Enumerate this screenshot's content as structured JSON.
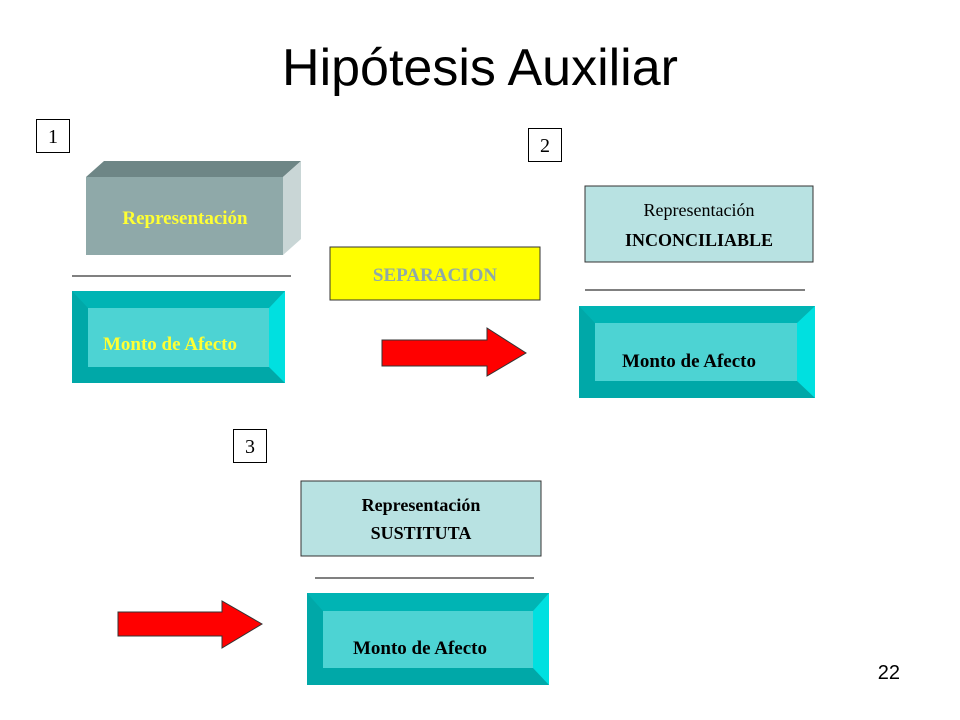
{
  "title": "Hipótesis Auxiliar",
  "page_number": "22",
  "steps": {
    "one": {
      "number": "1",
      "representation_label": "Representación",
      "affect_label": "Monto de Afecto"
    },
    "separation_label": "SEPARACION",
    "two": {
      "number": "2",
      "representation_line1": "Representación",
      "representation_line2": "INCONCILIABLE",
      "affect_label": "Monto de Afecto"
    },
    "three": {
      "number": "3",
      "representation_line1": "Representación",
      "representation_line2": "SUSTITUTA",
      "affect_label": "Monto de Afecto"
    }
  },
  "colors": {
    "gray_face": "#8fa9a9",
    "gray_top": "#6e8686",
    "gray_side": "#c9d6d6",
    "teal_face": "#4dd3d3",
    "teal_frame": "#00a8a8",
    "teal_light": "#00e0e0",
    "light_box": "#b8e2e2",
    "yellow_text": "#ffff33",
    "yellow_box": "#ffff00",
    "arrow_red": "#ff0000"
  }
}
